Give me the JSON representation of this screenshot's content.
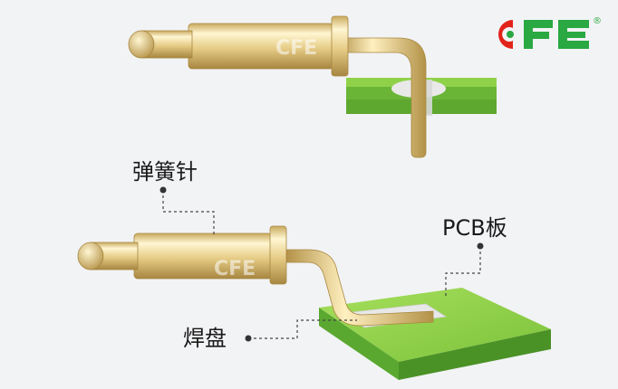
{
  "brand": {
    "logo_text": "CFE",
    "registered_mark": "®",
    "watermark": "CFE",
    "colors": {
      "red": "#e2231a",
      "green": "#2aa842"
    }
  },
  "labels": {
    "spring_pin": "弹簧针",
    "pcb_board": "PCB板",
    "solder_pad": "焊盘"
  },
  "colors": {
    "gold_light": "#fff2c4",
    "gold_mid": "#e8cf88",
    "gold_dark": "#b6944a",
    "pcb_top": "#8fd24a",
    "pcb_side": "#4f9a2a",
    "pad": "#e6e6e6",
    "leader": "#444444"
  }
}
